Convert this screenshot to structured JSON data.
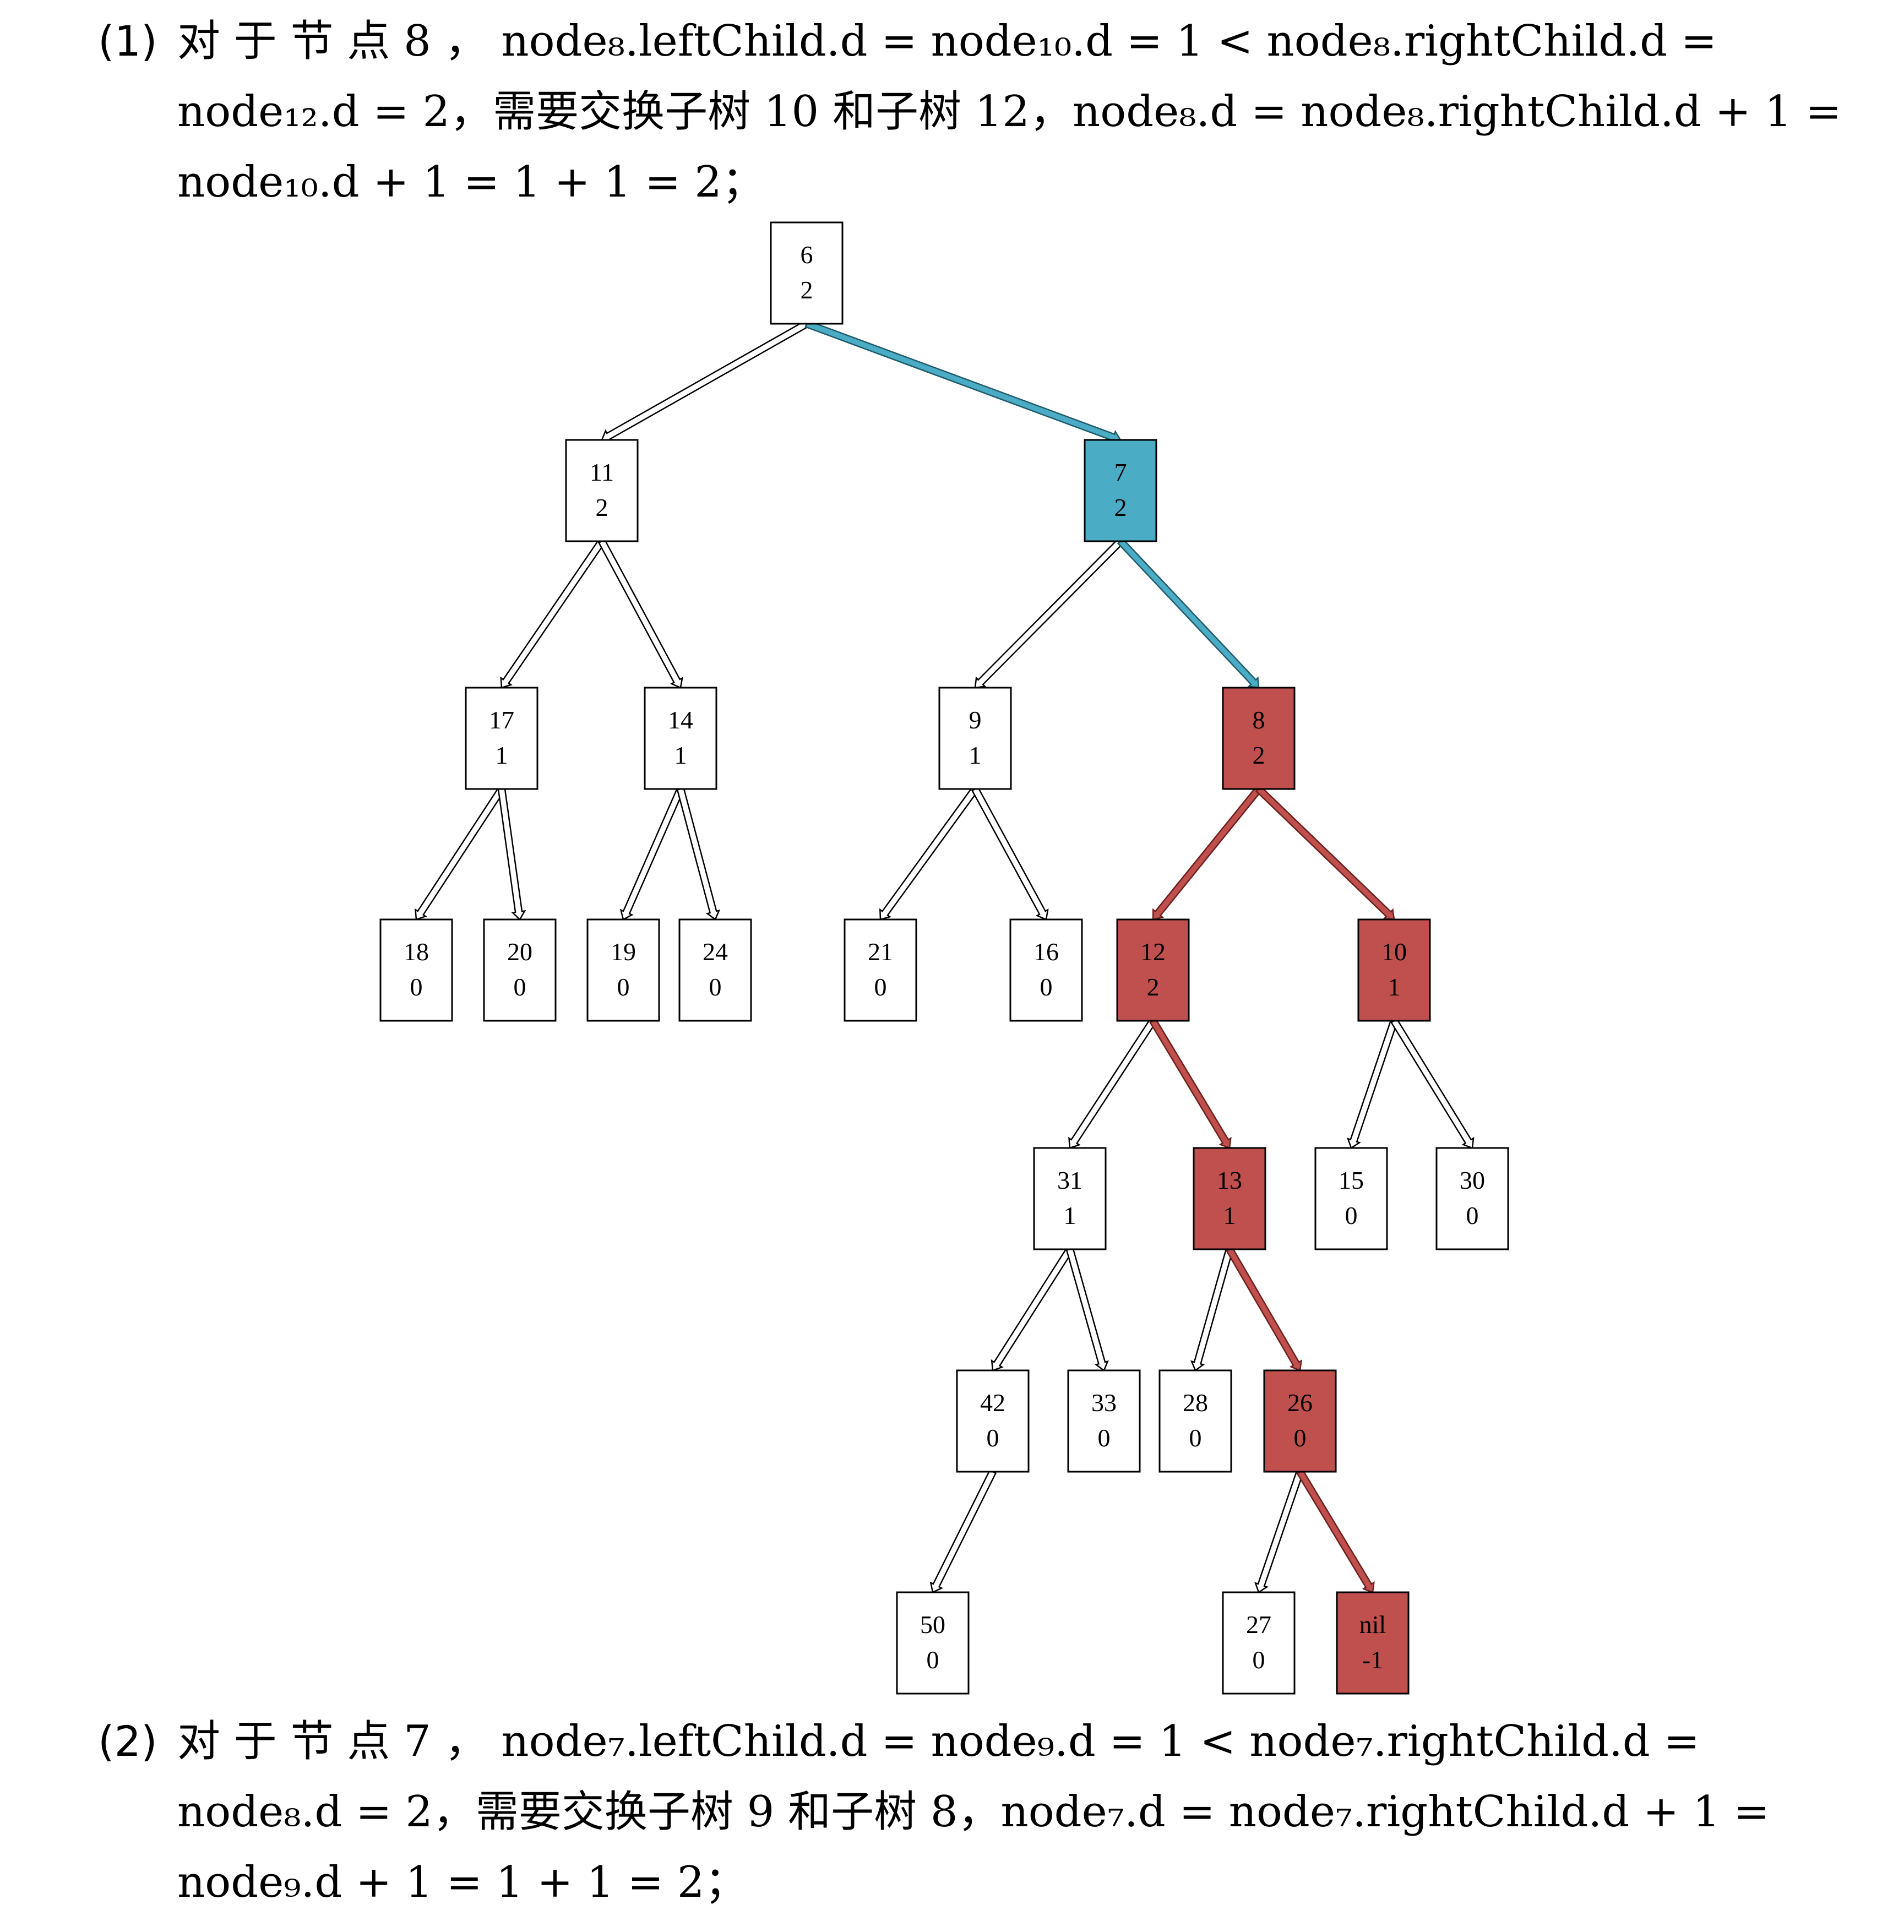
{
  "paragraph_1": {
    "tag": "(1)",
    "line1": "对  于  节  点   8 ，   node₈.leftChild.d = node₁₀.d = 1 < node₈.rightChild.d =",
    "line2": "node₁₂.d = 2，需要交换子树 10 和子树 12，node₈.d = node₈.rightChild.d + 1 =",
    "line3": "node₁₀.d + 1 = 1 + 1 = 2；"
  },
  "paragraph_2": {
    "tag": "(2)",
    "line1": "对  于  节  点   7 ，   node₇.leftChild.d = node₉.d = 1 < node₇.rightChild.d =",
    "line2": "node₈.d = 2，需要交换子树  9  和子树  8，node₇.d = node₇.rightChild.d + 1 =",
    "line3": "node₉.d + 1 = 1 + 1 = 2；"
  },
  "colors": {
    "blue": "#4bacc6",
    "red": "#c0504d",
    "white": "#ffffff",
    "edge_dark_blue": "#1f5a6a",
    "edge_dark_red": "#6b1f1c"
  },
  "tree": {
    "nodes": [
      {
        "id": "n6",
        "key": "6",
        "dist": "2",
        "fill": "white"
      },
      {
        "id": "n11",
        "key": "11",
        "dist": "2",
        "fill": "white"
      },
      {
        "id": "n7",
        "key": "7",
        "dist": "2",
        "fill": "blue"
      },
      {
        "id": "n17",
        "key": "17",
        "dist": "1",
        "fill": "white"
      },
      {
        "id": "n14",
        "key": "14",
        "dist": "1",
        "fill": "white"
      },
      {
        "id": "n9",
        "key": "9",
        "dist": "1",
        "fill": "white"
      },
      {
        "id": "n8",
        "key": "8",
        "dist": "2",
        "fill": "red"
      },
      {
        "id": "n18",
        "key": "18",
        "dist": "0",
        "fill": "white"
      },
      {
        "id": "n20",
        "key": "20",
        "dist": "0",
        "fill": "white"
      },
      {
        "id": "n19",
        "key": "19",
        "dist": "0",
        "fill": "white"
      },
      {
        "id": "n24",
        "key": "24",
        "dist": "0",
        "fill": "white"
      },
      {
        "id": "n21",
        "key": "21",
        "dist": "0",
        "fill": "white"
      },
      {
        "id": "n16",
        "key": "16",
        "dist": "0",
        "fill": "white"
      },
      {
        "id": "n12",
        "key": "12",
        "dist": "2",
        "fill": "red"
      },
      {
        "id": "n10",
        "key": "10",
        "dist": "1",
        "fill": "red"
      },
      {
        "id": "n31",
        "key": "31",
        "dist": "1",
        "fill": "white"
      },
      {
        "id": "n13",
        "key": "13",
        "dist": "1",
        "fill": "red"
      },
      {
        "id": "n15",
        "key": "15",
        "dist": "0",
        "fill": "white"
      },
      {
        "id": "n30",
        "key": "30",
        "dist": "0",
        "fill": "white"
      },
      {
        "id": "n42",
        "key": "42",
        "dist": "0",
        "fill": "white"
      },
      {
        "id": "n33",
        "key": "33",
        "dist": "0",
        "fill": "white"
      },
      {
        "id": "n28",
        "key": "28",
        "dist": "0",
        "fill": "white"
      },
      {
        "id": "n26",
        "key": "26",
        "dist": "0",
        "fill": "red"
      },
      {
        "id": "n50",
        "key": "50",
        "dist": "0",
        "fill": "white"
      },
      {
        "id": "n27",
        "key": "27",
        "dist": "0",
        "fill": "white"
      },
      {
        "id": "nnil",
        "key": "nil",
        "dist": "-1",
        "fill": "red"
      }
    ],
    "edges": [
      {
        "from": "n6",
        "to": "n11",
        "style": "white"
      },
      {
        "from": "n6",
        "to": "n7",
        "style": "blue"
      },
      {
        "from": "n11",
        "to": "n17",
        "style": "white"
      },
      {
        "from": "n11",
        "to": "n14",
        "style": "white"
      },
      {
        "from": "n7",
        "to": "n9",
        "style": "white"
      },
      {
        "from": "n7",
        "to": "n8",
        "style": "blue"
      },
      {
        "from": "n17",
        "to": "n18",
        "style": "white"
      },
      {
        "from": "n17",
        "to": "n20",
        "style": "white"
      },
      {
        "from": "n14",
        "to": "n19",
        "style": "white"
      },
      {
        "from": "n14",
        "to": "n24",
        "style": "white"
      },
      {
        "from": "n9",
        "to": "n21",
        "style": "white"
      },
      {
        "from": "n9",
        "to": "n16",
        "style": "white"
      },
      {
        "from": "n8",
        "to": "n12",
        "style": "red"
      },
      {
        "from": "n8",
        "to": "n10",
        "style": "red"
      },
      {
        "from": "n12",
        "to": "n31",
        "style": "white"
      },
      {
        "from": "n12",
        "to": "n13",
        "style": "red"
      },
      {
        "from": "n10",
        "to": "n15",
        "style": "white"
      },
      {
        "from": "n10",
        "to": "n30",
        "style": "white"
      },
      {
        "from": "n31",
        "to": "n42",
        "style": "white"
      },
      {
        "from": "n31",
        "to": "n33",
        "style": "white"
      },
      {
        "from": "n13",
        "to": "n28",
        "style": "white"
      },
      {
        "from": "n13",
        "to": "n26",
        "style": "red"
      },
      {
        "from": "n42",
        "to": "n50",
        "style": "white"
      },
      {
        "from": "n26",
        "to": "n27",
        "style": "white"
      },
      {
        "from": "n26",
        "to": "nnil",
        "style": "red"
      }
    ]
  }
}
